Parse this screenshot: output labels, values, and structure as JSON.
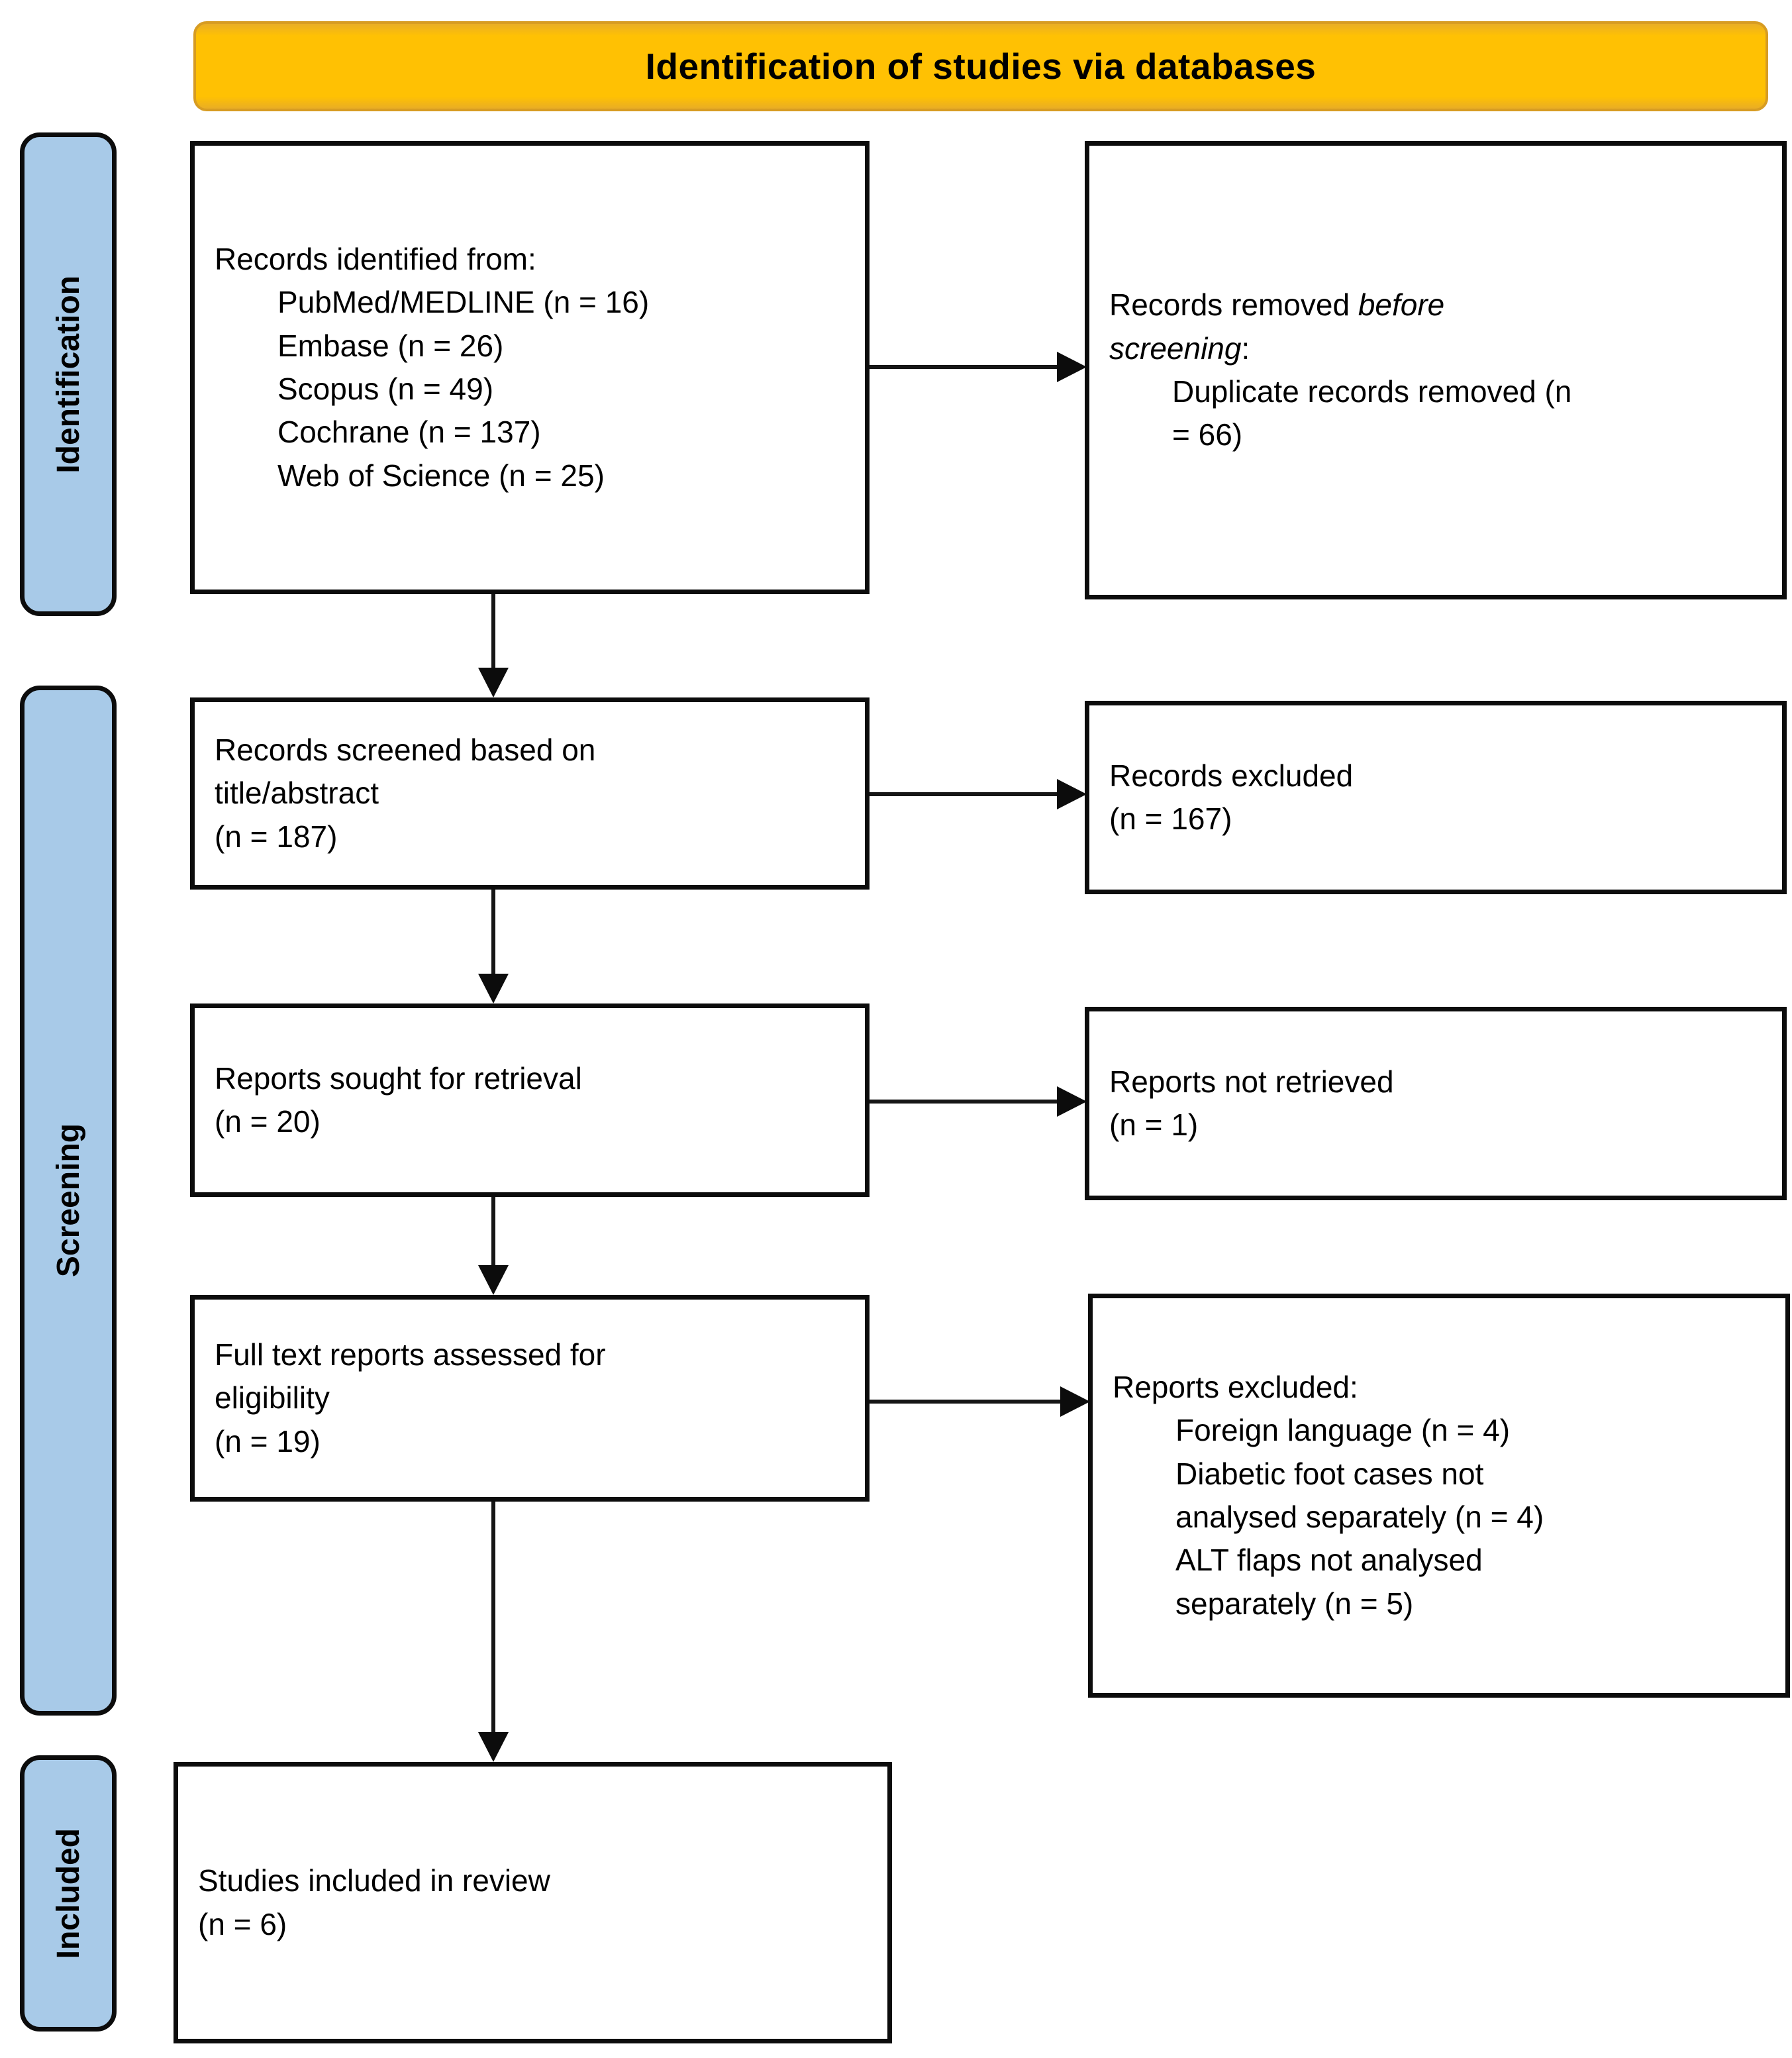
{
  "banner": {
    "title": "Identification of studies via databases"
  },
  "stages": {
    "identification": "Identification",
    "screening": "Screening",
    "included": "Included"
  },
  "boxes": {
    "identified": {
      "title": "Records identified from:",
      "items": [
        "PubMed/MEDLINE (n = 16)",
        "Embase (n = 26)",
        "Scopus (n = 49)",
        "Cochrane (n = 137)",
        "Web of Science (n = 25)"
      ]
    },
    "removed_before_screening": {
      "prefix": "Records removed ",
      "italic": "before screening",
      "suffix": ":",
      "items": [
        "Duplicate records removed (n = 66)"
      ]
    },
    "screened": {
      "line1": "Records screened based on title/abstract",
      "line2": "(n = 187)"
    },
    "records_excluded": {
      "line1": "Records excluded",
      "line2": "(n = 167)"
    },
    "sought": {
      "line1": "Reports sought for retrieval",
      "line2": "(n = 20)"
    },
    "not_retrieved": {
      "line1": "Reports not retrieved",
      "line2": "(n = 1)"
    },
    "assessed": {
      "line1": "Full text reports assessed for eligibility",
      "line2": "(n = 19)"
    },
    "reports_excluded": {
      "title": "Reports excluded:",
      "items": [
        "Foreign language (n = 4)",
        "Diabetic foot cases not analysed separately (n = 4)",
        "ALT flaps not analysed separately (n = 5)"
      ]
    },
    "included_studies": {
      "line1": "Studies included in review",
      "line2": "(n = 6)"
    }
  },
  "colors": {
    "banner_fill": "#FFC103",
    "banner_border": "#D79C22",
    "stage_fill": "#A8CAE8",
    "box_border": "#0C0C0C",
    "text": "#000000"
  }
}
